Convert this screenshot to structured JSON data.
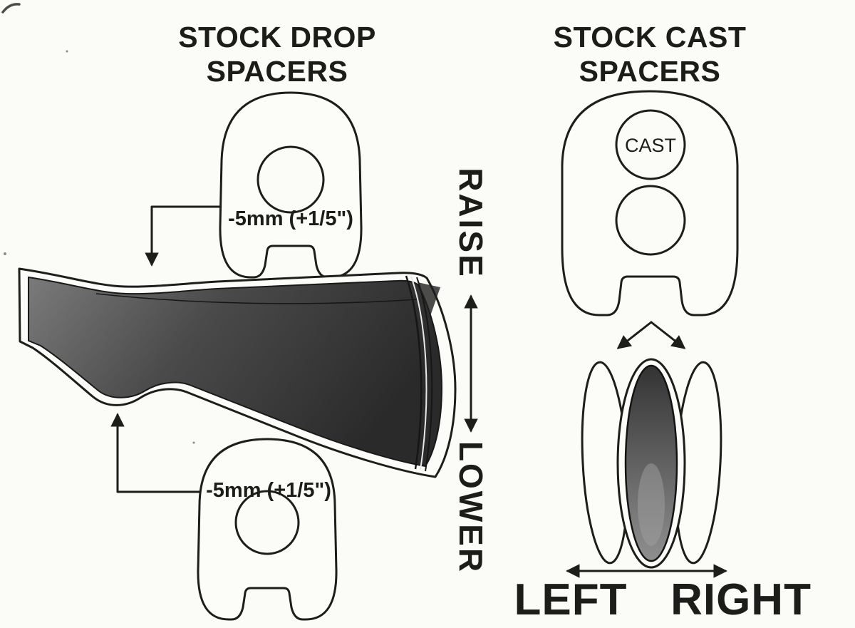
{
  "colors": {
    "background": "#fbfbf8",
    "line": "#1d1d1b",
    "stock_grad_light": "#7a7a7a",
    "stock_grad_mid": "#4a4a4a",
    "stock_grad_dark": "#2a2a2a",
    "pad_grad_top": "#333333",
    "pad_grad_bottom": "#8f8f8f"
  },
  "drop_section": {
    "title_line1": "STOCK DROP",
    "title_line2": "SPACERS",
    "upper_spacer_label": "-5mm (+1/5\")",
    "lower_spacer_label": "-5mm (+1/5\")"
  },
  "direction_labels": {
    "raise": "RAISE",
    "lower": "LOWER"
  },
  "cast_section": {
    "title_line1": "STOCK CAST",
    "title_line2": "SPACERS",
    "cast_hole_label": "CAST",
    "left_label": "LEFT",
    "right_label": "RIGHT"
  }
}
